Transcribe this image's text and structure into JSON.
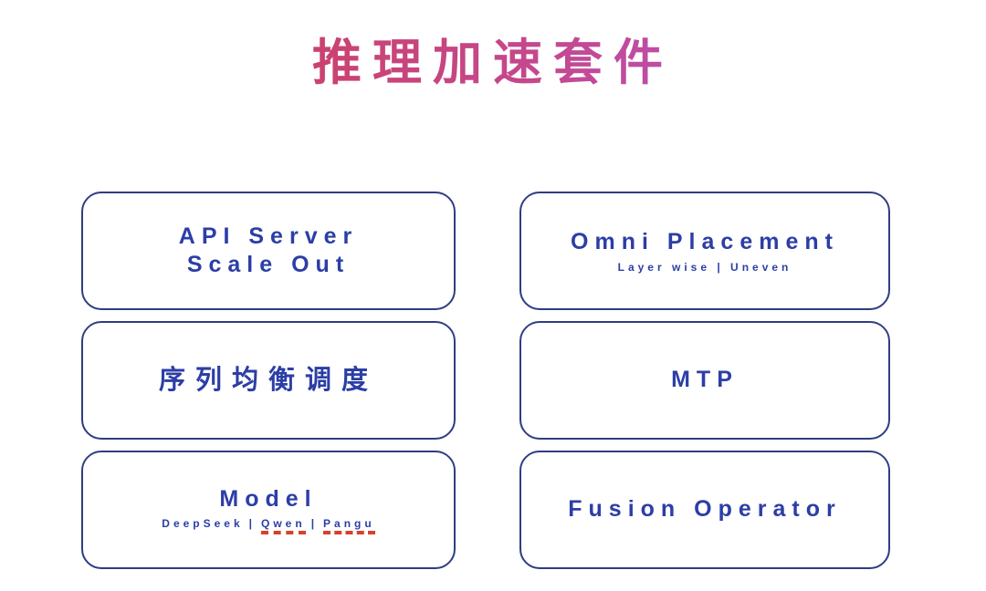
{
  "title": {
    "text": "推理加速套件"
  },
  "colors": {
    "title_grad_start": "#d23a44",
    "title_grad_mid": "#c4488f",
    "title_grad_end": "#ab5ce0",
    "box_border": "#2f3d82",
    "box_text": "#2c3ea6",
    "underline_red": "#d8402e",
    "page_bg": "#ffffff"
  },
  "cards": {
    "api_server": {
      "line1": "API Server",
      "line2": "Scale Out"
    },
    "omni_placement": {
      "title": "Omni Placement",
      "subtitle": "Layer wise | Uneven"
    },
    "sequence_balance": {
      "title": "序列均衡调度"
    },
    "mtp": {
      "title": "MTP"
    },
    "model": {
      "title": "Model",
      "deepseek": "DeepSeek",
      "sep1": "|",
      "qwen": "Qwen",
      "sep2": "|",
      "pangu": "Pangu"
    },
    "fusion_operator": {
      "title": "Fusion Operator"
    }
  }
}
